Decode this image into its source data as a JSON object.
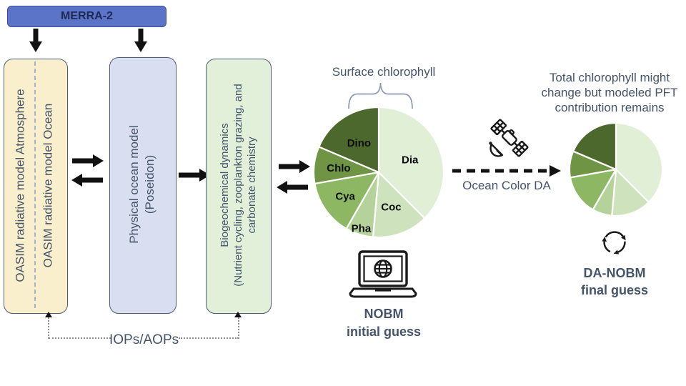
{
  "merra2": {
    "title": "MERRA-2"
  },
  "boxes": {
    "oasim": {
      "line_atmosphere": "OASIM radiative model Atmosphere",
      "line_ocean": "OASIM radiative model Ocean"
    },
    "poseidon": {
      "text": "Physical ocean model\n(Poseidon)"
    },
    "biogeo": {
      "text": "Biogeochemical dynamics\n(Nutrient cycling, zooplankton grazing, and\ncarbonate chemistry"
    }
  },
  "labels": {
    "surface_chlorophyll": "Surface chlorophyll",
    "ocean_color_da": "Ocean Color DA",
    "iops_aops": "IOPs/AOPs",
    "right_title": "Total chlorophyll might\nchange but modeled PFT\ncontribution remains",
    "nobm": "NOBM\ninitial guess",
    "da_nobm": "DA-NOBM\nfinal guess"
  },
  "icons": {
    "satellite": "satellite-icon",
    "laptop_globe": "laptop-globe-icon",
    "cycle_arrows": "cycle-arrows-icon",
    "down_arrow": "down-arrow-icon",
    "right_arrow": "right-arrow-icon",
    "left_arrow": "left-arrow-icon",
    "dashed_right_arrow": "dashed-right-arrow-icon",
    "brace": "curly-brace-icon"
  },
  "colors": {
    "merra2_fill": "#5b74c7",
    "merra2_border": "#3c4e9e",
    "merra2_text": "#1e2a56",
    "oasim_fill": "#faefcc",
    "poseidon_fill": "#d9def0",
    "biogeo_fill": "#e2efd9",
    "box_border": "#4d5e76",
    "box_text": "#44546a",
    "label_text": "#44546a",
    "arrow_black": "#111111",
    "dotted_gray": "#8c8c8c",
    "brace": "#8a9ab5",
    "divider_dash": "#a3b4cf"
  },
  "chart_data": [
    {
      "id": "nobm_pie",
      "type": "pie",
      "title": "Surface chlorophyll",
      "start_angle": "12 o'clock",
      "direction": "clockwise",
      "labels": [
        "Dia",
        "Coc",
        "Pha",
        "Cya",
        "Chlo",
        "Dino"
      ],
      "values_pct": [
        37.5,
        13.9,
        6.9,
        13.9,
        9.2,
        18.6
      ],
      "colors": [
        "#e2efd7",
        "#cee3bd",
        "#b4d29a",
        "#8db763",
        "#6f9444",
        "#4c682d"
      ],
      "label_r": [
        0.52,
        0.56,
        0.9,
        0.63,
        0.62,
        0.55
      ],
      "separator": "#ffffff",
      "labels_shown": true
    },
    {
      "id": "da_nobm_pie",
      "type": "pie",
      "title": "Total chlorophyll might change but modeled PFT contribution remains",
      "start_angle": "12 o'clock",
      "direction": "clockwise",
      "labels": [
        "Dia",
        "Coc",
        "Pha",
        "Cya",
        "Chlo",
        "Dino"
      ],
      "values_pct": [
        37.5,
        13.9,
        6.9,
        13.9,
        9.2,
        18.6
      ],
      "colors": [
        "#e2efd7",
        "#cee3bd",
        "#b4d29a",
        "#8db763",
        "#6f9444",
        "#4c682d"
      ],
      "separator": "#ffffff",
      "labels_shown": false
    }
  ]
}
